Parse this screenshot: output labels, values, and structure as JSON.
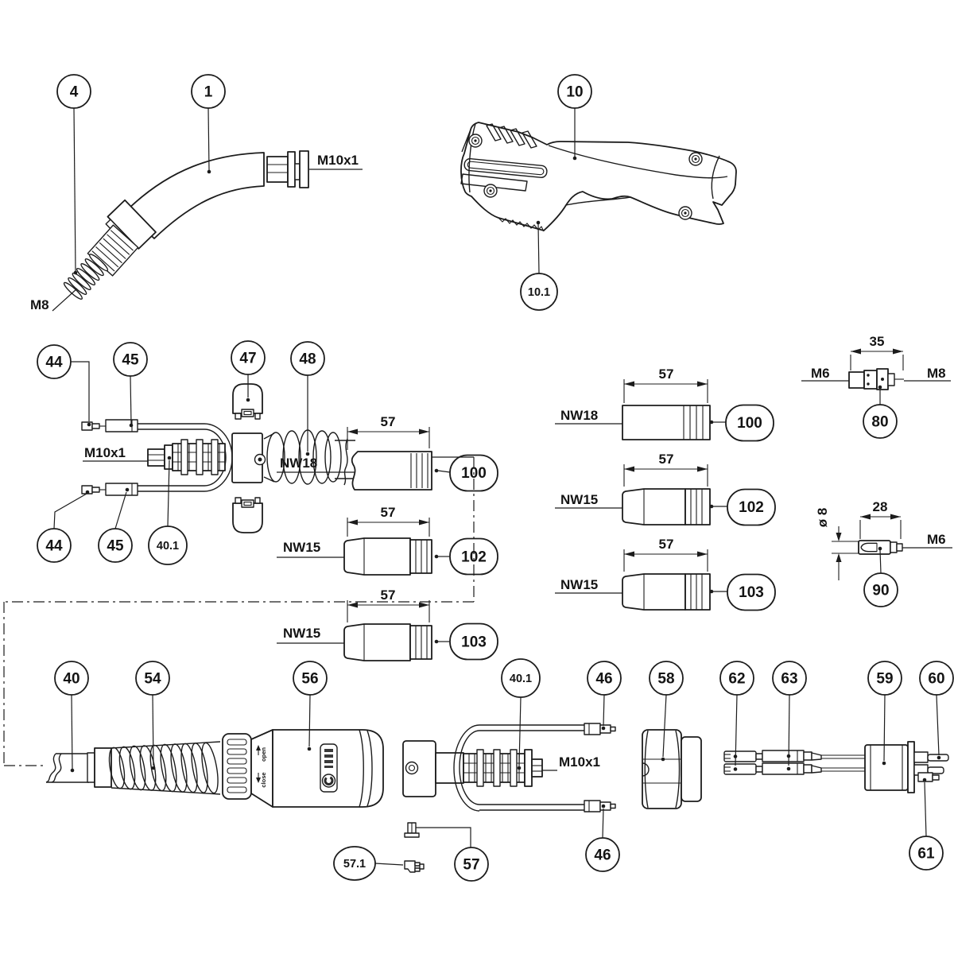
{
  "figure": {
    "type": "exploded-parts-diagram",
    "colors": {
      "ink": "#1c1c1c",
      "paper": "#ffffff"
    },
    "balloons": {
      "p1": "1",
      "p4": "4",
      "p10": "10",
      "p10_1": "10.1",
      "p40": "40",
      "p40_1": "40.1",
      "p44": "44",
      "p45": "45",
      "p46": "46",
      "p47": "47",
      "p48": "48",
      "p54": "54",
      "p56": "56",
      "p57": "57",
      "p57_1": "57.1",
      "p58": "58",
      "p59": "59",
      "p60": "60",
      "p61": "61",
      "p62": "62",
      "p63": "63",
      "p80": "80",
      "p90": "90",
      "p100": "100",
      "p102": "102",
      "p103": "103"
    },
    "labels": {
      "m10x1": "M10x1",
      "m8": "M8",
      "m6": "M6",
      "nw18": "NW18",
      "nw15": "NW15",
      "open": "open",
      "close": "close"
    },
    "dims": {
      "d57": "57",
      "d35": "35",
      "d28": "28",
      "dia8": "ø 8"
    }
  }
}
